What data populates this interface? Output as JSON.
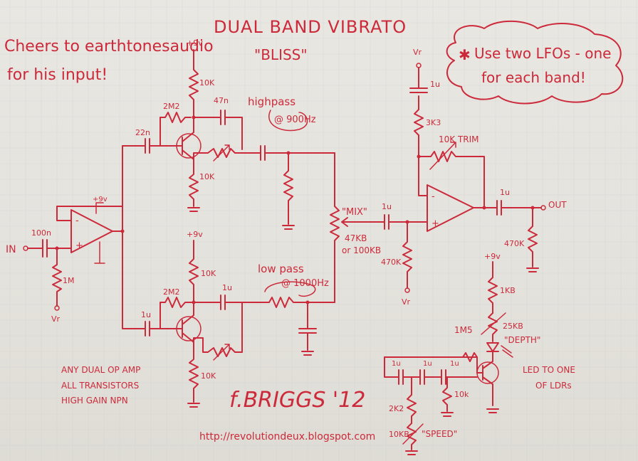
{
  "colors": {
    "ink": "#cc2a3a",
    "paper": "#e7e5df",
    "grid": "#c9ccd3"
  },
  "title": "DUAL BAND VIBRATO",
  "subtitle": "\"BLISS\"",
  "cheers_line1": "Cheers to earthtonesaudio",
  "cheers_line2": "for his input!",
  "note_line1": "Use two LFOs - one",
  "note_line2": "for each band!",
  "labels": {
    "in": "IN",
    "cap_100n": "100n",
    "r_1m": "1M",
    "vr": "Vr",
    "plus9v": "+9v",
    "r_10k": "10K",
    "r_2m2": "2M2",
    "cap_47n": "47n",
    "cap_22n": "22n",
    "highpass": "highpass",
    "hp_freq": "@ 900Hz",
    "lowpass": "low pass",
    "lp_freq": "@ 1000Hz",
    "cap_1u": "1u",
    "mix": "\"MIX\"",
    "pot_47kb": "47KB",
    "pot_or_100kb": "or 100KB",
    "r_470k": "470K",
    "r_3k3": "3K3",
    "trim_10k": "10K TRIM",
    "out": "OUT",
    "r_1kb": "1KB",
    "r_25kb": "25KB",
    "depth": "\"DEPTH\"",
    "r_1m5": "1M5",
    "led": "LED TO ONE",
    "led2": "OF LDRs",
    "r_2k2": "2K2",
    "pot_10kb": "10KB",
    "speed": "\"SPEED\"",
    "r_10k_lower": "10k",
    "cap_1u_lfo": "1u",
    "notes1": "ANY DUAL OP AMP",
    "notes2": "ALL TRANSISTORS",
    "notes3": "HIGH GAIN NPN",
    "signature": "f.BRIGGS '12",
    "url": "http://revolutiondeux.blogspot.com"
  }
}
